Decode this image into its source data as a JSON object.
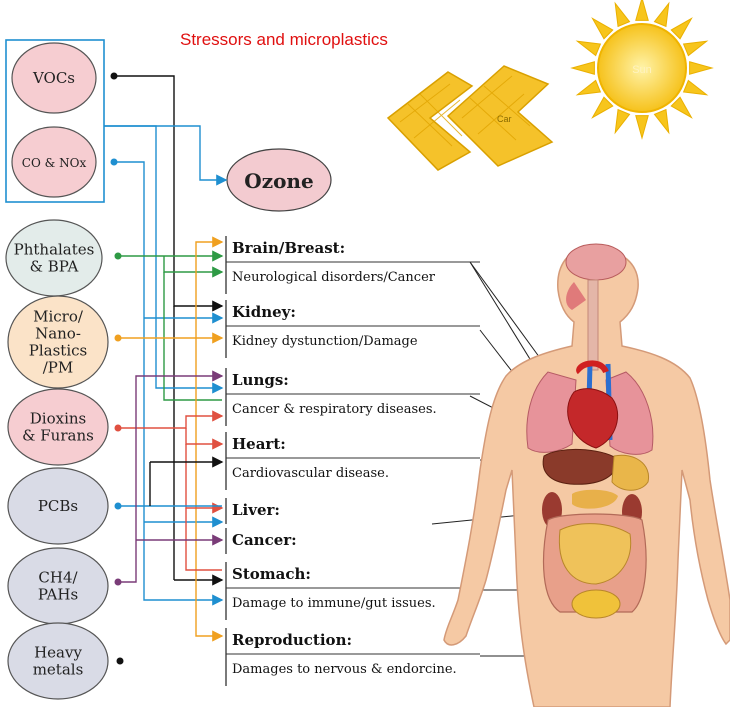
{
  "title": "Stressors and microplastics",
  "ozone": "Ozone",
  "sun_text": "Sun",
  "panel_text": "Car",
  "stressors": [
    {
      "lines": [
        "VOCs"
      ],
      "fill": "#f6cdd1"
    },
    {
      "lines": [
        "CO & NOx"
      ],
      "fill": "#f6cdd1"
    },
    {
      "lines": [
        "Phthalates",
        "& BPA"
      ],
      "fill": "#e3ecea"
    },
    {
      "lines": [
        "Micro/",
        "Nano-",
        "Plastics",
        "/PM"
      ],
      "fill": "#fbe3c8"
    },
    {
      "lines": [
        "Dioxins",
        "& Furans"
      ],
      "fill": "#f6cdd1"
    },
    {
      "lines": [
        "PCBs"
      ],
      "fill": "#d9dbe6"
    },
    {
      "lines": [
        "CH4/",
        "PAHs"
      ],
      "fill": "#d9dbe6"
    },
    {
      "lines": [
        "Heavy",
        "metals"
      ],
      "fill": "#d9dbe6"
    }
  ],
  "effects": [
    {
      "organ": "Brain/Breast:",
      "effect": "Neurological disorders/Cancer"
    },
    {
      "organ": "Kidney:",
      "effect": "Kidney dystunction/Damage"
    },
    {
      "organ": "Lungs:",
      "effect": "Cancer & respiratory diseases."
    },
    {
      "organ": "Heart:",
      "effect": "Cardiovascular disease."
    },
    {
      "organ": "Liver:",
      "effect": ""
    },
    {
      "organ": "Cancer:",
      "effect": ""
    },
    {
      "organ": "Stomach:",
      "effect": "Damage to immune/gut issues."
    },
    {
      "organ": "Reproduction:",
      "effect": "Damages to nervous & endorcine."
    }
  ],
  "colors": {
    "black": "#111111",
    "blue": "#1f8fd0",
    "green": "#2e9a45",
    "orange": "#f0a020",
    "red": "#e05040",
    "purple": "#7a3c78",
    "ozone_fill": "#f3cbd0",
    "sun": "#f7c51c",
    "skin": "#f5c9a4"
  }
}
